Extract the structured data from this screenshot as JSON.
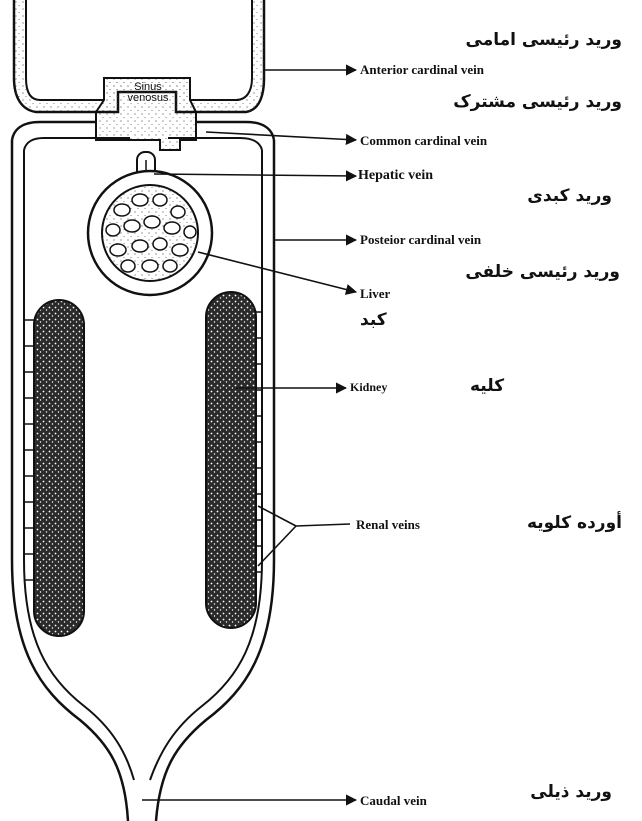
{
  "diagram": {
    "center_labels": {
      "sinus_line1": "Sinus",
      "sinus_line2": "venosus"
    },
    "labels": [
      {
        "id": "anterior-cardinal-vein",
        "english": "Anterior cardinal vein",
        "farsi": "ورید رئیسی امامی"
      },
      {
        "id": "common-cardinal-vein",
        "english": "Common cardinal vein",
        "farsi": "ورید رئیسی مشترک"
      },
      {
        "id": "hepatic-vein",
        "english": "Hepatic vein",
        "farsi": "ورید کبدی"
      },
      {
        "id": "posterior-cardinal-vein",
        "english": "Posteior cardinal vein",
        "farsi": "ورید رئیسی خلفی"
      },
      {
        "id": "liver",
        "english": "Liver",
        "farsi": "کبد"
      },
      {
        "id": "kidney",
        "english": "Kidney",
        "farsi": "کلیه"
      },
      {
        "id": "renal-veins",
        "english": "Renal veins",
        "farsi": "أورده کلویه"
      },
      {
        "id": "caudal-vein",
        "english": "Caudal vein",
        "farsi": "ورید ذیلی"
      }
    ],
    "colors": {
      "ink": "#111111",
      "fill": "#ffffff",
      "stipple": "#444444"
    }
  }
}
